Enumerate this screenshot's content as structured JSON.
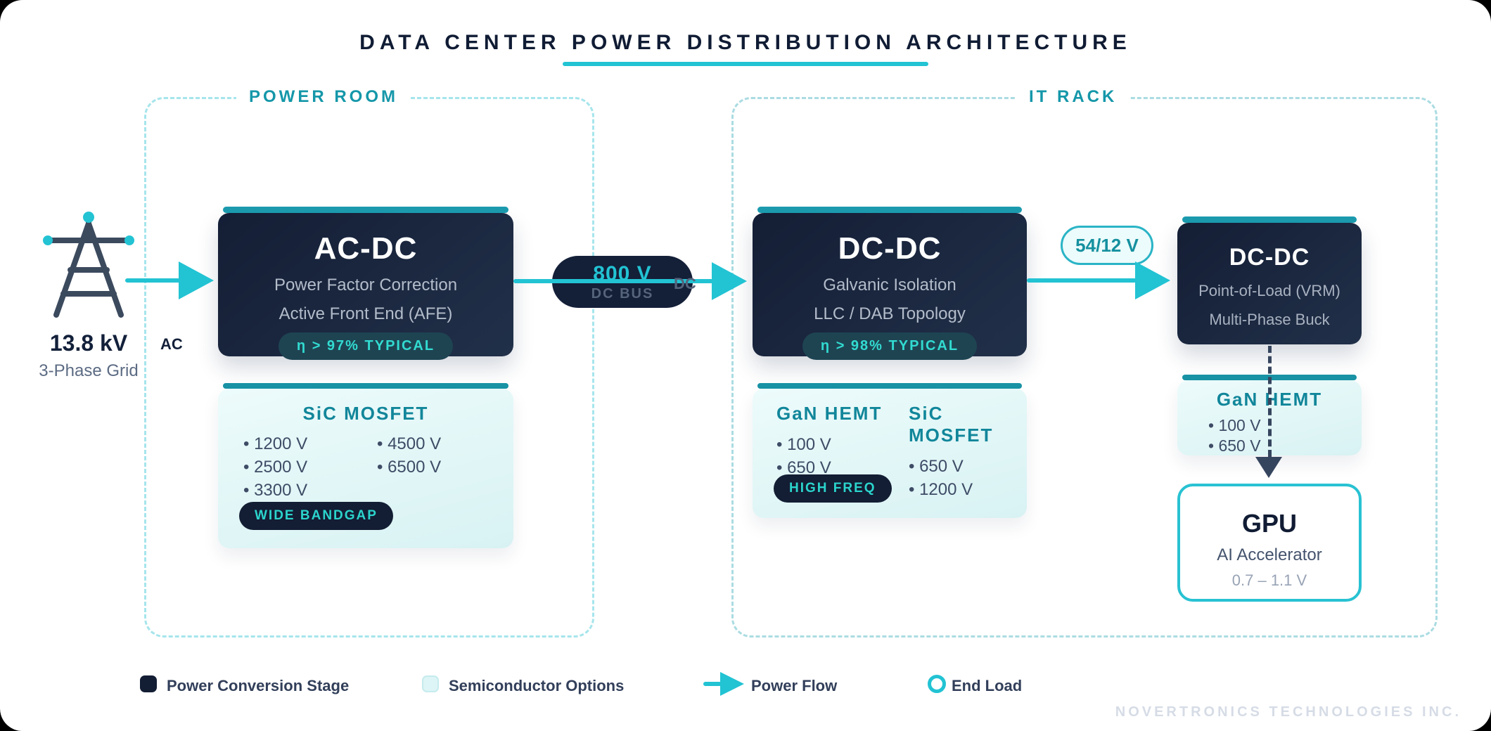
{
  "title": "DATA CENTER POWER DISTRIBUTION ARCHITECTURE",
  "zones": {
    "power_room": "POWER ROOM",
    "it_rack": "IT RACK"
  },
  "grid": {
    "voltage": "13.8 kV",
    "name": "3-Phase Grid",
    "line_type": "AC"
  },
  "acdc": {
    "title": "AC-DC",
    "sub1": "Power Factor Correction",
    "sub2": "Active Front End (AFE)",
    "badge": "η > 97% TYPICAL"
  },
  "sic_left": {
    "title": "SiC MOSFET",
    "volts_a": [
      "1200 V",
      "2500 V",
      "3300 V"
    ],
    "volts_b": [
      "4500 V",
      "6500 V"
    ],
    "tag": "WIDE BANDGAP"
  },
  "bus": {
    "voltage": "800 V",
    "name": "DC BUS",
    "line_type": "DC"
  },
  "dcdc_iso": {
    "title": "DC-DC",
    "sub1": "Galvanic Isolation",
    "sub2": "LLC / DAB Topology",
    "badge": "η > 98% TYPICAL"
  },
  "semi_mid": {
    "gan_title": "GaN HEMT",
    "gan_volts": [
      "100 V",
      "650 V"
    ],
    "sic_title": "SiC MOSFET",
    "sic_volts": [
      "650 V",
      "1200 V"
    ],
    "tag": "HIGH FREQ"
  },
  "rail": "54/12 V",
  "dcdc_pol": {
    "title": "DC-DC",
    "sub1": "Point-of-Load (VRM)",
    "sub2": "Multi-Phase Buck"
  },
  "gan_right": {
    "title": "GaN HEMT",
    "volts": [
      "100 V",
      "650 V"
    ]
  },
  "gpu": {
    "title": "GPU",
    "sub": "AI Accelerator",
    "range": "0.7 – 1.1 V"
  },
  "legend": {
    "stage": "Power Conversion Stage",
    "semi": "Semiconductor Options",
    "flow": "Power Flow",
    "load": "End Load"
  },
  "footer": "NOVERTRONICS TECHNOLOGIES INC.",
  "colors": {
    "accent_teal": "#22c3d3",
    "stage_dark": "#141e35",
    "stage_bar": "#1b9aae",
    "mint_panel": "#e4f8f8",
    "zone_dash": "#a6e5ec",
    "teal_text": "#11869a",
    "slate_text": "#3e4c66",
    "navy_text": "#101c34",
    "drop_dash": "#36455e"
  }
}
